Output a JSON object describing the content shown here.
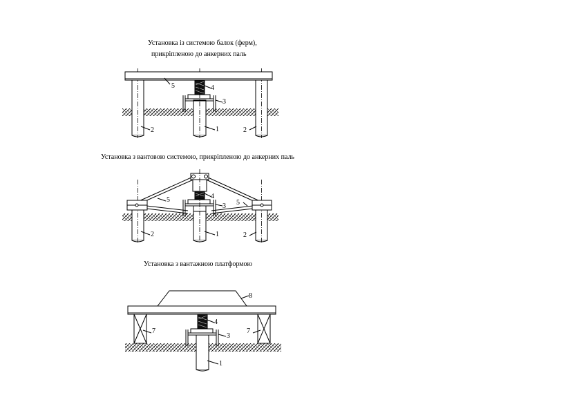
{
  "captions": {
    "beam_line1": "Установка із системою балок (ферм),",
    "beam_line2": "прикріпленою до анкерних паль",
    "cable": "Установка з вантовою системою, прикріпленою до анкерних паль",
    "platform": "Установка з вантажною платформою"
  },
  "labels": {
    "pile": "1",
    "anchor_pile": "2",
    "cap": "3",
    "jack": "4",
    "beam": "5",
    "frame": "7",
    "load": "8"
  },
  "colors": {
    "line": "#000000",
    "background": "#ffffff"
  }
}
